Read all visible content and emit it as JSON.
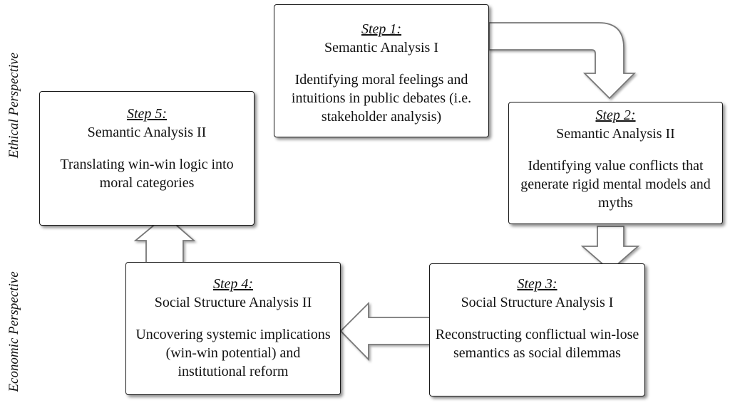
{
  "side_labels": {
    "ethical": "Ethical Perspective",
    "economic": "Economic Perspective"
  },
  "steps": [
    {
      "step": "Step 1:",
      "title": "Semantic Analysis I",
      "desc": "Identifying moral feelings and intuitions in public debates (i.e. stakeholder analysis)"
    },
    {
      "step": "Step 2:",
      "title": "Semantic Analysis II",
      "desc": "Identifying value conflicts that generate rigid mental models and myths"
    },
    {
      "step": "Step 3:",
      "title": "Social Structure Analysis I",
      "desc": "Reconstructing conflictual win-lose semantics as social dilemmas"
    },
    {
      "step": "Step 4:",
      "title": "Social Structure Analysis II",
      "desc": "Uncovering systemic implications (win-win potential) and institutional reform"
    },
    {
      "step": "Step 5:",
      "title": "Semantic Analysis II",
      "desc": "Translating win-win logic into moral categories"
    }
  ]
}
